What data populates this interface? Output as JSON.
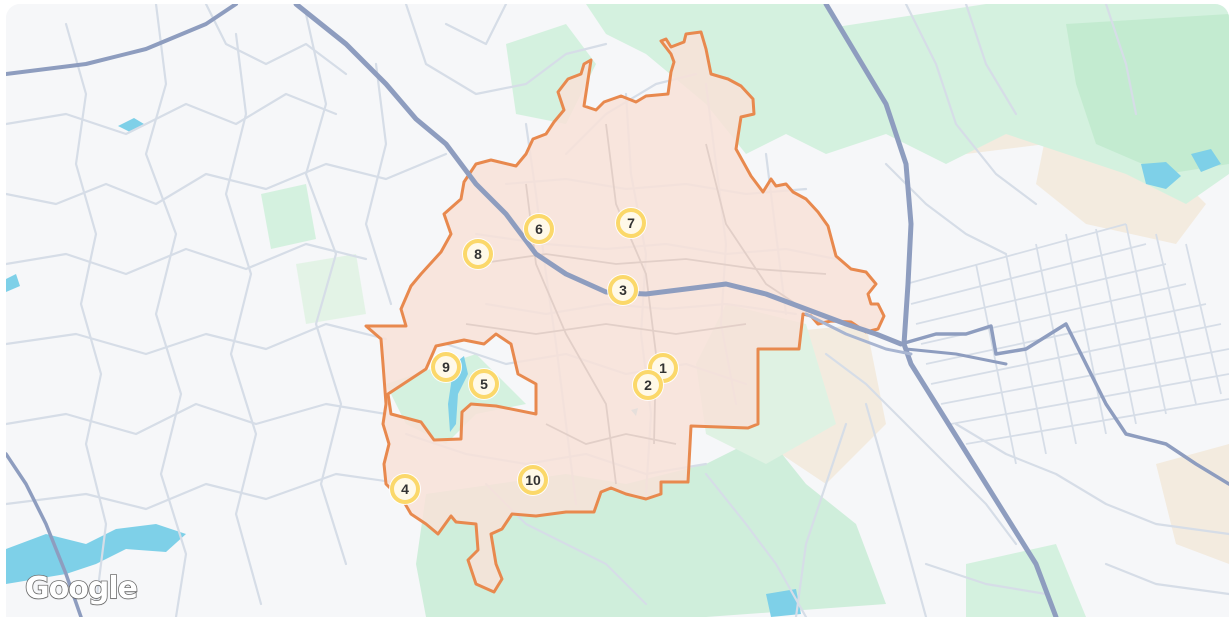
{
  "map": {
    "logo_text": "Google",
    "colors": {
      "land": "#f6f7f9",
      "park": "#d4f1df",
      "park_dark": "#c3ebd0",
      "sand": "#f4ecdf",
      "water": "#7ed0e8",
      "road_minor": "#d6dde7",
      "road_major": "#8e9dbf",
      "district_fill": "#f8e2d8",
      "district_border": "#e8894e",
      "marker_ring": "#fbd86a",
      "marker_fill": "#fff9e8",
      "marker_text": "#333333"
    },
    "markers": [
      {
        "label": "1"
      },
      {
        "label": "2"
      },
      {
        "label": "3"
      },
      {
        "label": "4"
      },
      {
        "label": "5"
      },
      {
        "label": "6"
      },
      {
        "label": "7"
      },
      {
        "label": "8"
      },
      {
        "label": "9"
      },
      {
        "label": "10"
      }
    ]
  }
}
